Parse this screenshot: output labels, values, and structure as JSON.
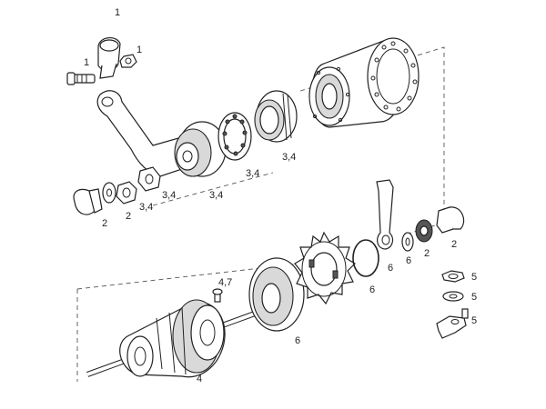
{
  "labels": [
    {
      "id": "l-clamp-top",
      "text": "1"
    },
    {
      "id": "l-clamp-nut",
      "text": "1"
    },
    {
      "id": "l-clamp-bolt",
      "text": "1"
    },
    {
      "id": "l-upper-cap",
      "text": "2"
    },
    {
      "id": "l-upper-washer",
      "text": "2"
    },
    {
      "id": "l-upper-nut",
      "text": "3,4"
    },
    {
      "id": "l-upper-lock",
      "text": "3,4"
    },
    {
      "id": "l-cone",
      "text": "3,4"
    },
    {
      "id": "l-bearing-ring",
      "text": "3,4"
    },
    {
      "id": "l-pawl-ring",
      "text": "3,4"
    },
    {
      "id": "l-axle-top",
      "text": "4,7"
    },
    {
      "id": "l-axle",
      "text": "4"
    },
    {
      "id": "l-dust-cap",
      "text": "6"
    },
    {
      "id": "l-snap-ring",
      "text": "6"
    },
    {
      "id": "l-arm",
      "text": "6"
    },
    {
      "id": "l-right-washer",
      "text": "6"
    },
    {
      "id": "l-right-nut",
      "text": "2"
    },
    {
      "id": "l-right-cap",
      "text": "2"
    },
    {
      "id": "l-small-nut",
      "text": "5"
    },
    {
      "id": "l-small-washer",
      "text": "5"
    },
    {
      "id": "l-clip",
      "text": "5"
    }
  ]
}
